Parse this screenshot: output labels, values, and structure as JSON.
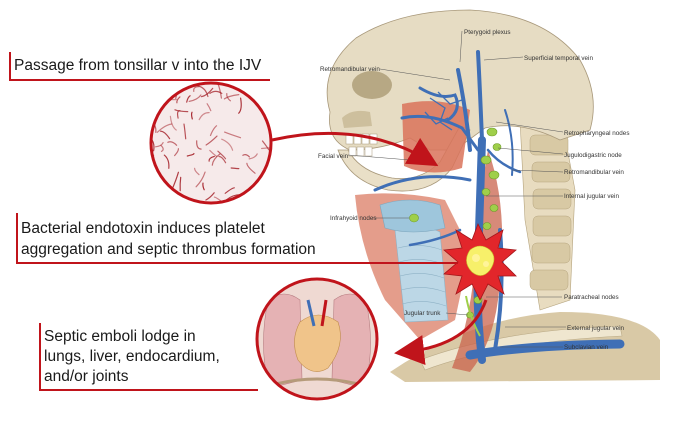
{
  "callouts": {
    "passage": "Passage from tonsillar v into the IJV",
    "endotoxin_line1": "Bacterial endotoxin induces platelet",
    "endotoxin_line2": "aggregation and septic thrombus formation",
    "emboli_line1": "Septic emboli lodge in",
    "emboli_line2": "lungs, liver, endocardium,",
    "emboli_line3": "and/or joints"
  },
  "labels": {
    "pterygoid_plexus": "Pterygoid plexus",
    "superficial_temporal_vein": "Superficial temporal vein",
    "retromandibular_vein_top": "Retromandibular vein",
    "retropharyngeal_nodes": "Retropharyngeal nodes",
    "facial_vein": "Facial vein",
    "jugulodigastric_node": "Jugulodigastric node",
    "retromandibular_vein_right": "Retromandibular vein",
    "internal_jugular_vein": "Internal jugular vein",
    "infrahyoid_nodes": "Infrahyoid nodes",
    "paratracheal_nodes": "Paratracheal nodes",
    "jugular_trunk": "Jugular trunk",
    "external_jugular_vein": "External jugular vein",
    "subclavian_vein": "Subclavian vein"
  },
  "colors": {
    "accent_red": "#c0141b",
    "vein_blue": "#3f6fb6",
    "node_green": "#9fcf4a",
    "bone": "#e6dcc3",
    "muscle": "#d9735a",
    "thrombus_yellow": "#f7f06a",
    "burst_red": "#e2262b"
  }
}
